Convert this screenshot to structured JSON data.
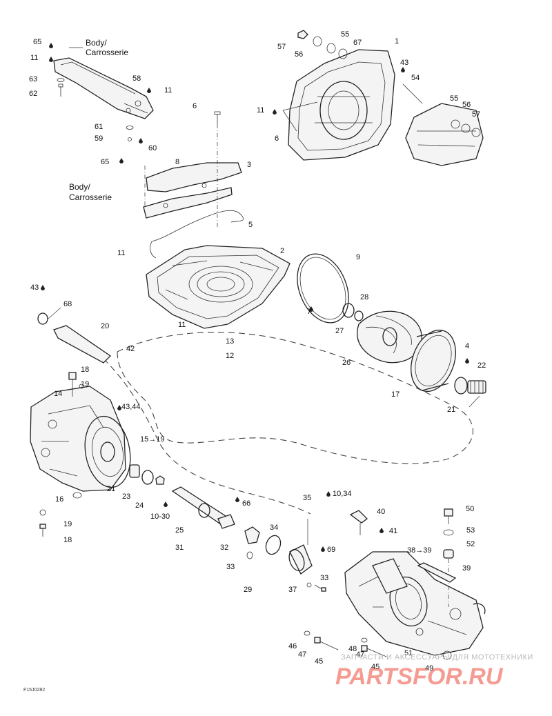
{
  "labels": {
    "body_top": [
      "Body/",
      "Carrosserie"
    ],
    "body_mid": [
      "Body/",
      "Carrosserie"
    ],
    "l65a": "65",
    "l11a": "11",
    "l63": "63",
    "l62": "62",
    "l58": "58",
    "l11b": "11",
    "l61": "61",
    "l59": "59",
    "l60": "60",
    "l6a": "6",
    "l8": "8",
    "l3": "3",
    "l65b": "65",
    "l5": "5",
    "l2": "2",
    "l11c": "11",
    "l11d": "11",
    "l13": "13",
    "l12": "12",
    "l57a": "57",
    "l55a": "55",
    "l56a": "56",
    "l67": "67",
    "l1": "1",
    "l43a": "43",
    "l54": "54",
    "l11e": "11",
    "l6b": "6",
    "l55b": "55",
    "l56b": "56",
    "l57b": "57",
    "l9": "9",
    "l7": "7",
    "l28": "28",
    "l27": "27",
    "l26": "26",
    "l4": "4",
    "l22": "22",
    "l17": "17",
    "l21a": "21",
    "l43b": "43",
    "l68": "68",
    "l20": "20",
    "l42": "42",
    "l18a": "18",
    "l19a": "19",
    "l14": "14",
    "l4344": "43,44",
    "l1519": "15→19",
    "l21b": "21",
    "l23": "23",
    "l24": "24",
    "l1030a": "10-30",
    "l16": "16",
    "l19b": "19",
    "l18b": "18",
    "l25": "25",
    "l66": "66",
    "l31": "31",
    "l32": "32",
    "l33a": "33",
    "l34": "34",
    "l35": "35",
    "l1034": "10,34",
    "l69": "69",
    "l29": "29",
    "l37": "37",
    "l33b": "33",
    "l40": "40",
    "l41": "41",
    "l3839": "38→39",
    "l50": "50",
    "l53": "53",
    "l52": "52",
    "l39": "39",
    "l46": "46",
    "l47a": "47",
    "l45a": "45",
    "l47b": "47",
    "l48": "48",
    "l45b": "45",
    "l51": "51",
    "l49": "49"
  },
  "ref_code": "F15J0282",
  "watermark": {
    "line1": "ЗАПЧАСТИ И АКСЕССУАРЫ ДЛЯ МОТОТЕХНИКИ",
    "line2": "PARTSFOR.RU"
  }
}
